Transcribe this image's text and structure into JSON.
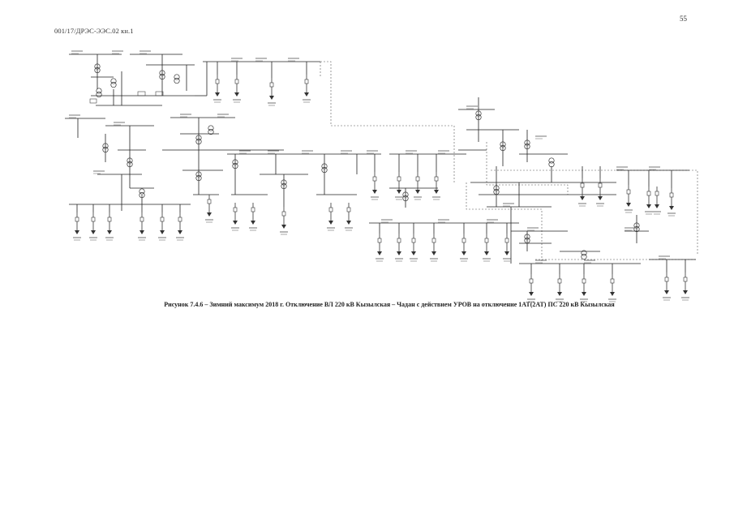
{
  "header": {
    "page_number": "55",
    "doc_code": "001/17/ДРЭС-ЭЭС.02  кн.1"
  },
  "figure": {
    "caption": "Рисунок 7.4.6 – Зимний максимум 2018 г. Отключение ВЛ 220 кВ Кызылская – Чадан с действием УРОВ на отключение 1АТ(2АТ) ПС 220 кВ Кызылская"
  }
}
